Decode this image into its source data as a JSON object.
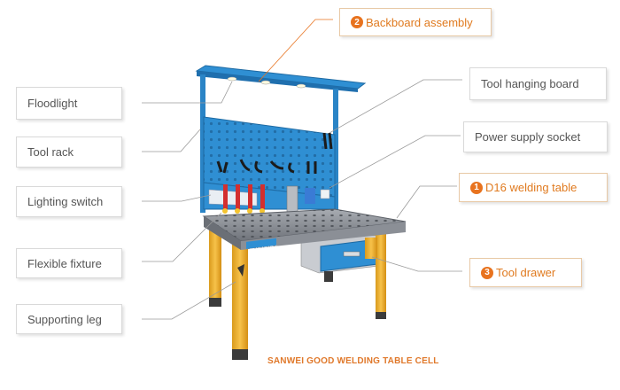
{
  "labels": {
    "backboard": {
      "num": "2",
      "text": "Backboard assembly"
    },
    "floodlight": "Floodlight",
    "tool_hanging_board": "Tool hanging board",
    "tool_rack": "Tool rack",
    "power_supply_socket": "Power supply socket",
    "d16_table": {
      "num": "1",
      "text": "D16 welding table"
    },
    "lighting_switch": "Lighting switch",
    "flexible_fixture": "Flexible fixture",
    "tool_drawer": {
      "num": "3",
      "text": "Tool drawer"
    },
    "supporting_leg": "Supporting leg"
  },
  "caption": "SANWEI GOOD WELDING TABLE CELL",
  "table_brand": "三维好焊台",
  "colors": {
    "backboard_blue": "#2f8fd3",
    "leg_yellow": "#f2b233",
    "table_gray": "#8c9096",
    "accent_orange": "#e8731f",
    "leader_gray": "#9a9a9a"
  }
}
